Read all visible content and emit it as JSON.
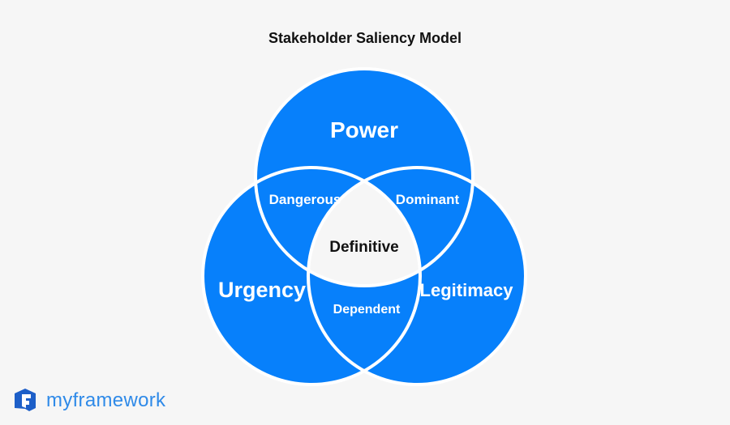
{
  "title": "Stakeholder Saliency Model",
  "circles": {
    "power": "Power",
    "urgency": "Urgency",
    "legitimacy": "Legitimacy"
  },
  "overlaps": {
    "dangerous": "Dangerous",
    "dominant": "Dominant",
    "dependent": "Dependent",
    "definitive": "Definitive"
  },
  "colors": {
    "circle": "#0780fb",
    "background": "#f6f6f6",
    "logo": "#2f8ae8"
  },
  "logo": {
    "text": "myframework"
  }
}
